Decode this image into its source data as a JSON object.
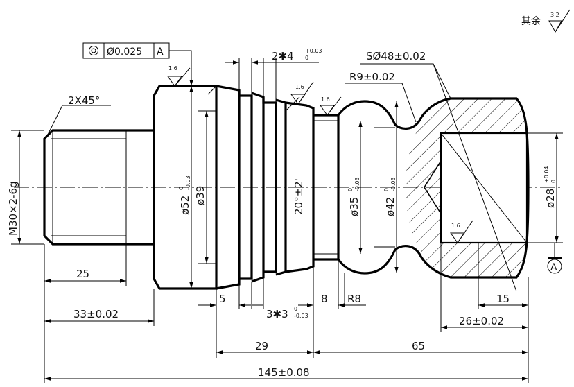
{
  "roughness": {
    "general_label": "其余",
    "general_value": "3.2",
    "local_value": "1.6"
  },
  "tolerance_frame": {
    "symbol": "◎",
    "value": "Ø0.025",
    "datum": "A"
  },
  "datum_label": "A",
  "dimensions": {
    "chamfer": "2X45°",
    "thread": "M30×2-6g",
    "len_25": "25",
    "len_33": "33±0.02",
    "dia_52": "ø52",
    "dia_52_tol_upper": "0",
    "dia_52_tol_lower": "-0.03",
    "dia_39": "ø39",
    "angle": "20°±2'",
    "len_5": "5",
    "grooves_top": "2✱4",
    "grooves_top_tol_upper": "+0.03",
    "grooves_top_tol_lower": "0",
    "grooves_bottom": "3✱3",
    "grooves_bottom_tol_upper": "0",
    "grooves_bottom_tol_lower": "-0.03",
    "dia_35": "ø35",
    "dia_35_tol_upper": "0",
    "dia_35_tol_lower": "-0.03",
    "dia_42": "ø42",
    "dia_42_tol_upper": "0",
    "dia_42_tol_lower": "-0.03",
    "len_8": "8",
    "radius_8": "R8",
    "radius_9": "R9±0.02",
    "sphere": "SØ48±0.02",
    "dia_28": "ø28",
    "dia_28_tol_upper": "+0.04",
    "dia_28_tol_lower": "0",
    "len_15": "15",
    "len_26": "26±0.02",
    "len_29": "29",
    "len_65": "65",
    "len_145": "145±0.08"
  }
}
